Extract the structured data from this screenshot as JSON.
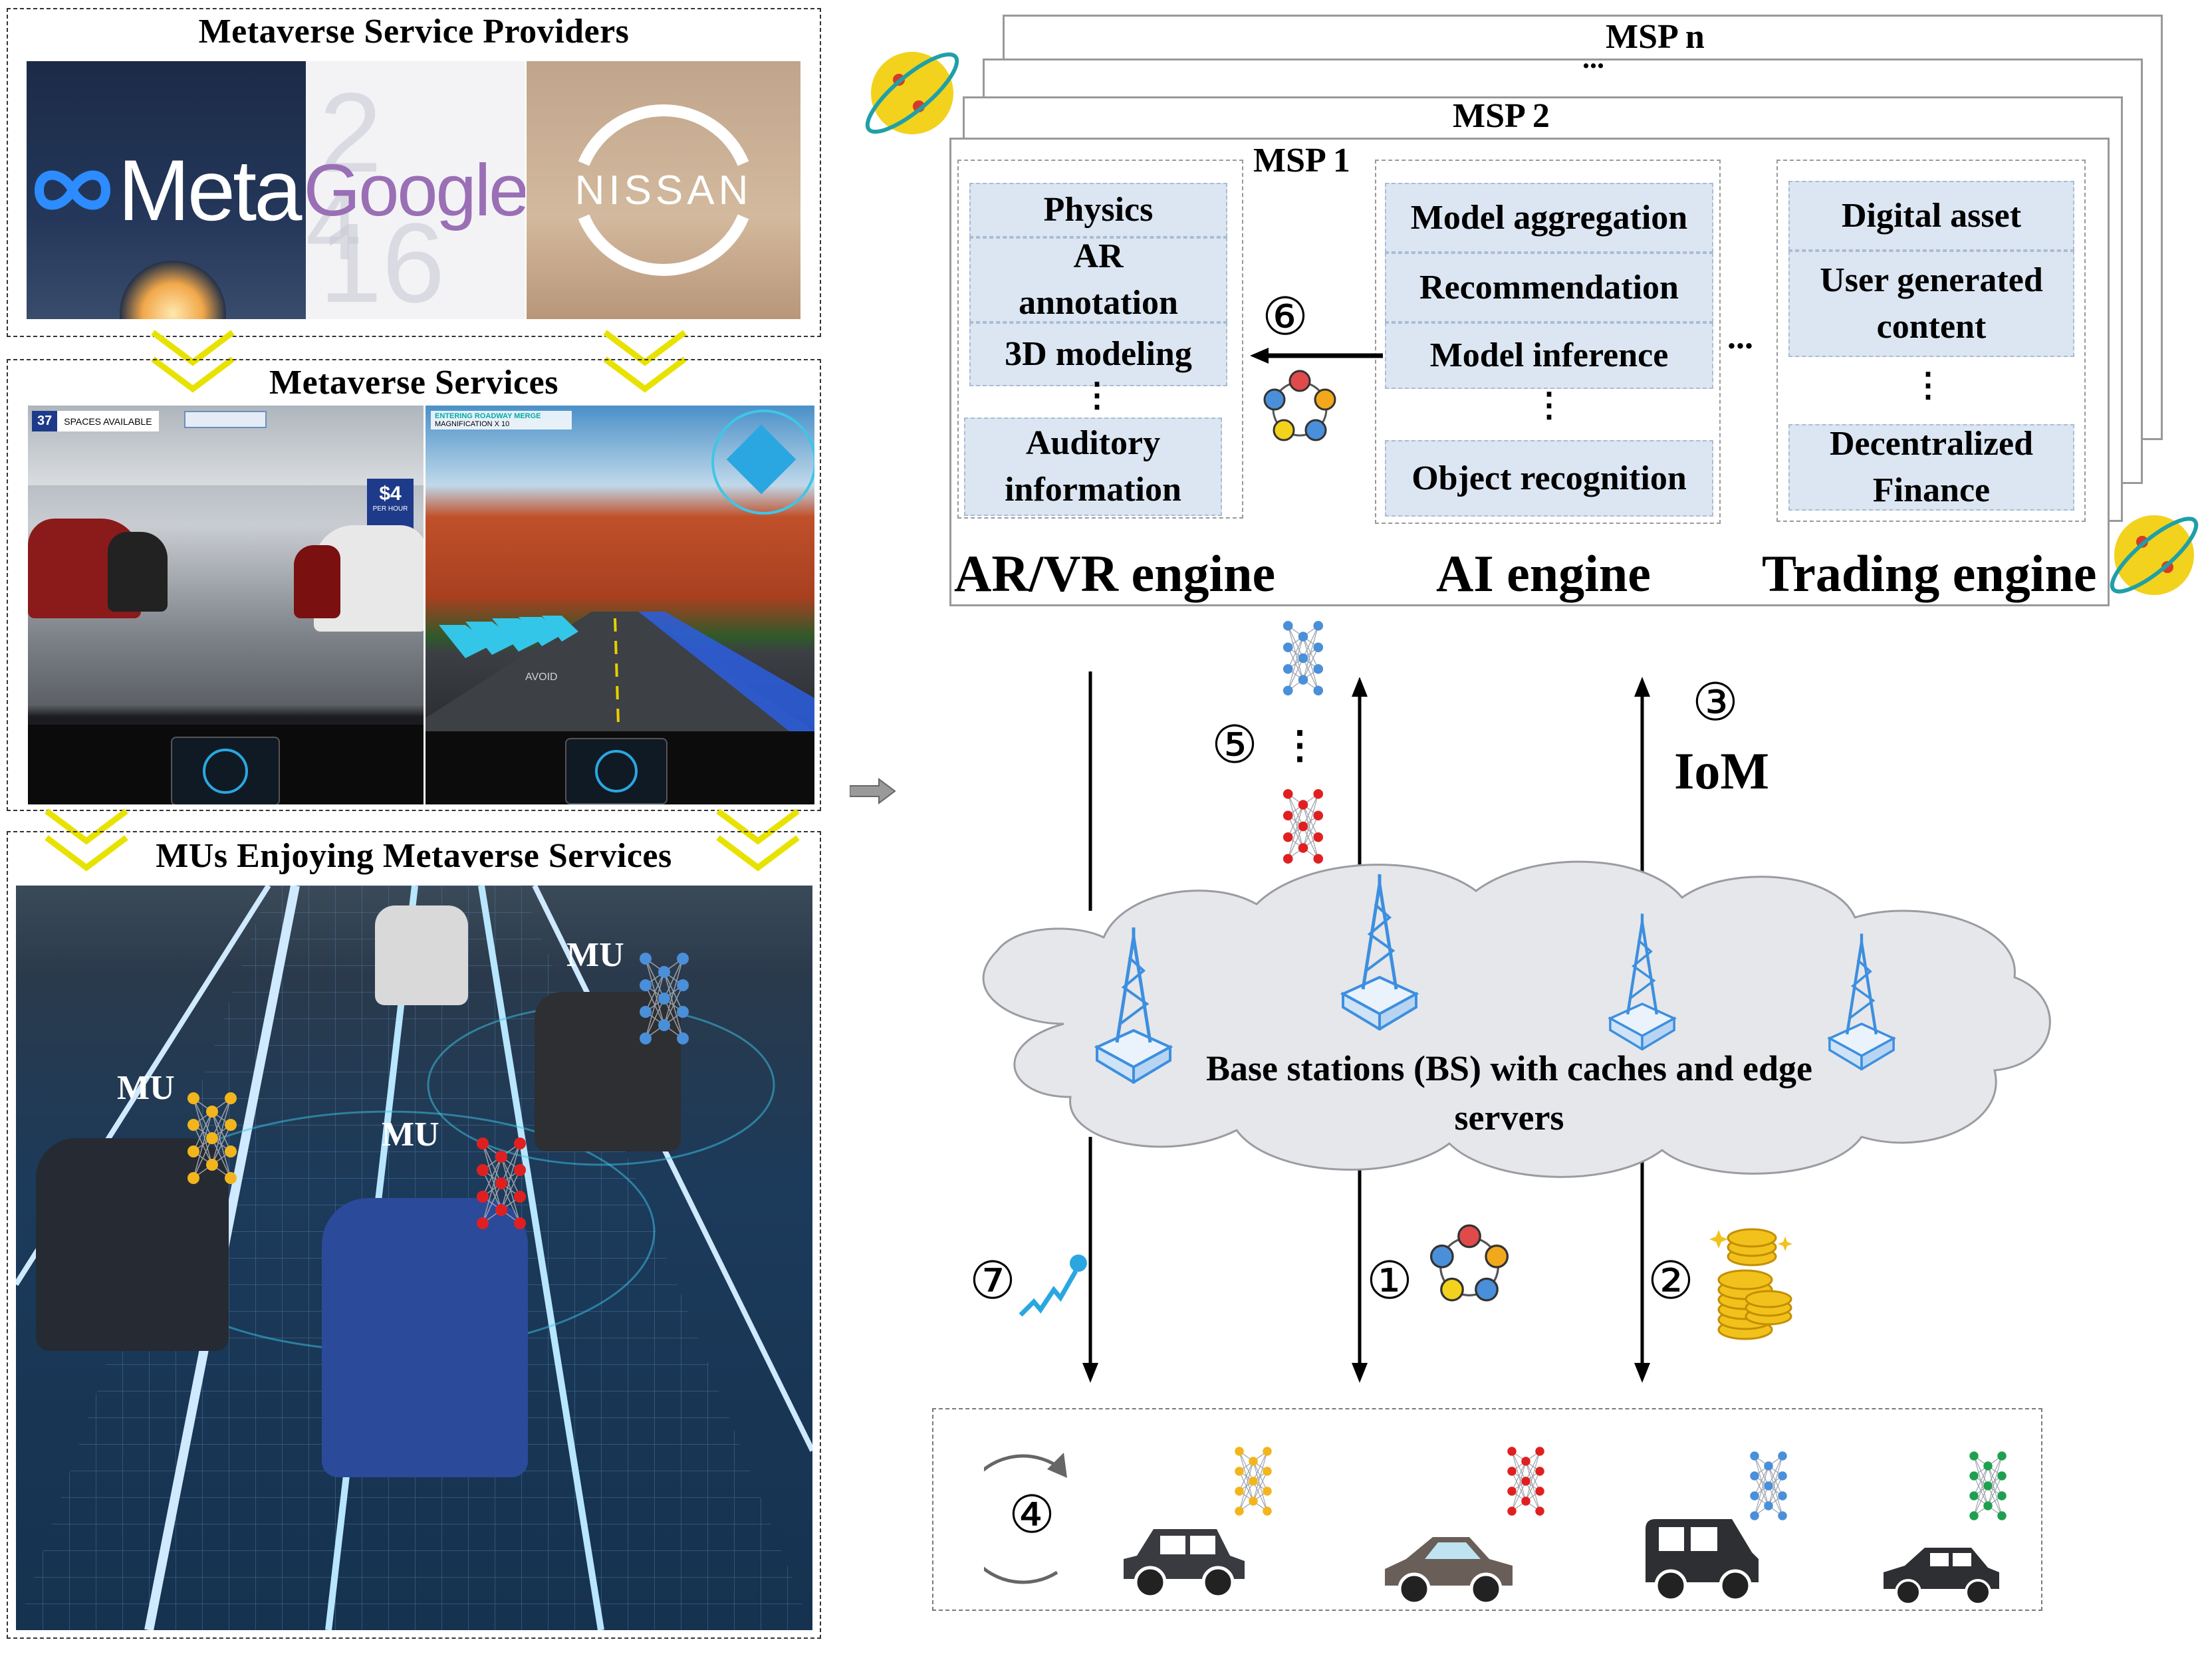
{
  "left_panel": {
    "providers_title": "Metaverse Service Providers",
    "logos": [
      "Meta",
      "Google",
      "NISSAN"
    ],
    "services_title": "Metaverse Services",
    "parking_hud": {
      "spaces_count": "37",
      "spaces_text": "SPACES AVAILABLE",
      "price": "$4",
      "price_unit": "PER HOUR"
    },
    "road_hud": {
      "line1": "ENTERING ROADWAY MERGE",
      "line2": "MAGNIFICATION X 10",
      "avoid": "AVOID"
    },
    "mu_title": "MUs Enjoying Metaverse Services",
    "mu_labels": [
      "MU",
      "MU",
      "MU"
    ]
  },
  "msp_stack": {
    "labels": [
      "MSP n",
      "...",
      "MSP 2",
      "MSP 1"
    ]
  },
  "engines": {
    "arvr": {
      "title": "AR/VR engine",
      "items": [
        "Physics",
        "AR annotation",
        "3D modeling",
        "Auditory information"
      ],
      "dots": "⋮"
    },
    "ai": {
      "title": "AI engine",
      "items": [
        "Model aggregation",
        "Recommendation",
        "Model inference",
        "Object recognition"
      ],
      "dots": "⋮"
    },
    "trading": {
      "title": "Trading engine",
      "items": [
        "Digital asset",
        "User generated content",
        "Decentralized Finance"
      ],
      "dots": "⋮"
    },
    "between_dots": "..."
  },
  "steps": {
    "s1": "①",
    "s2": "②",
    "s3": "③",
    "s4": "④",
    "s5": "⑤",
    "s6": "⑥",
    "s7": "⑦",
    "iom": "IoM",
    "s5_dots": "⋮"
  },
  "cloud": {
    "text_line1": "Base stations (BS) with caches and edge",
    "text_line2": "servers"
  },
  "colors": {
    "nn_blue": "#4a8fd9",
    "nn_red": "#e02020",
    "nn_yellow": "#f2b51c",
    "nn_green": "#1fa050",
    "cell_fill": "#dce6f2",
    "chevron": "#e8e200",
    "tower": "#3d8fe0"
  },
  "icons": [
    "planet-icon",
    "model-cycle-icon",
    "coins-icon",
    "signal-icon",
    "neural-net-icon",
    "tower-icon",
    "car-icon",
    "refresh-icon"
  ]
}
